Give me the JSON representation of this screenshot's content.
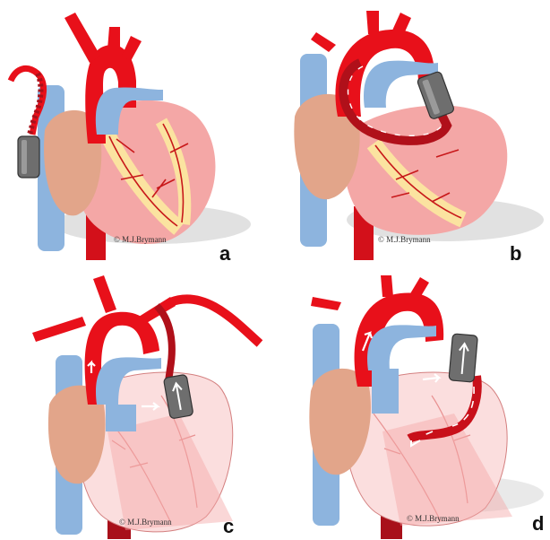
{
  "panels": [
    {
      "letter": "a",
      "copyright": "© M.J.Brymann"
    },
    {
      "letter": "b",
      "copyright": "© M.J.Brymann"
    },
    {
      "letter": "c",
      "copyright": "© M.J.Brymann"
    },
    {
      "letter": "d",
      "copyright": "© M.J.Brymann"
    }
  ],
  "colors": {
    "artery_red": "#e8101a",
    "vein_blue": "#8db4de",
    "myocardium_pink": "#f4a7a6",
    "atrium_tan": "#e2a58a",
    "fat_yellow": "#fbe3a0",
    "coronary_red": "#c8181a",
    "device_gray": "#6e6e6e",
    "shadow_gray": "#d5d5d5"
  }
}
